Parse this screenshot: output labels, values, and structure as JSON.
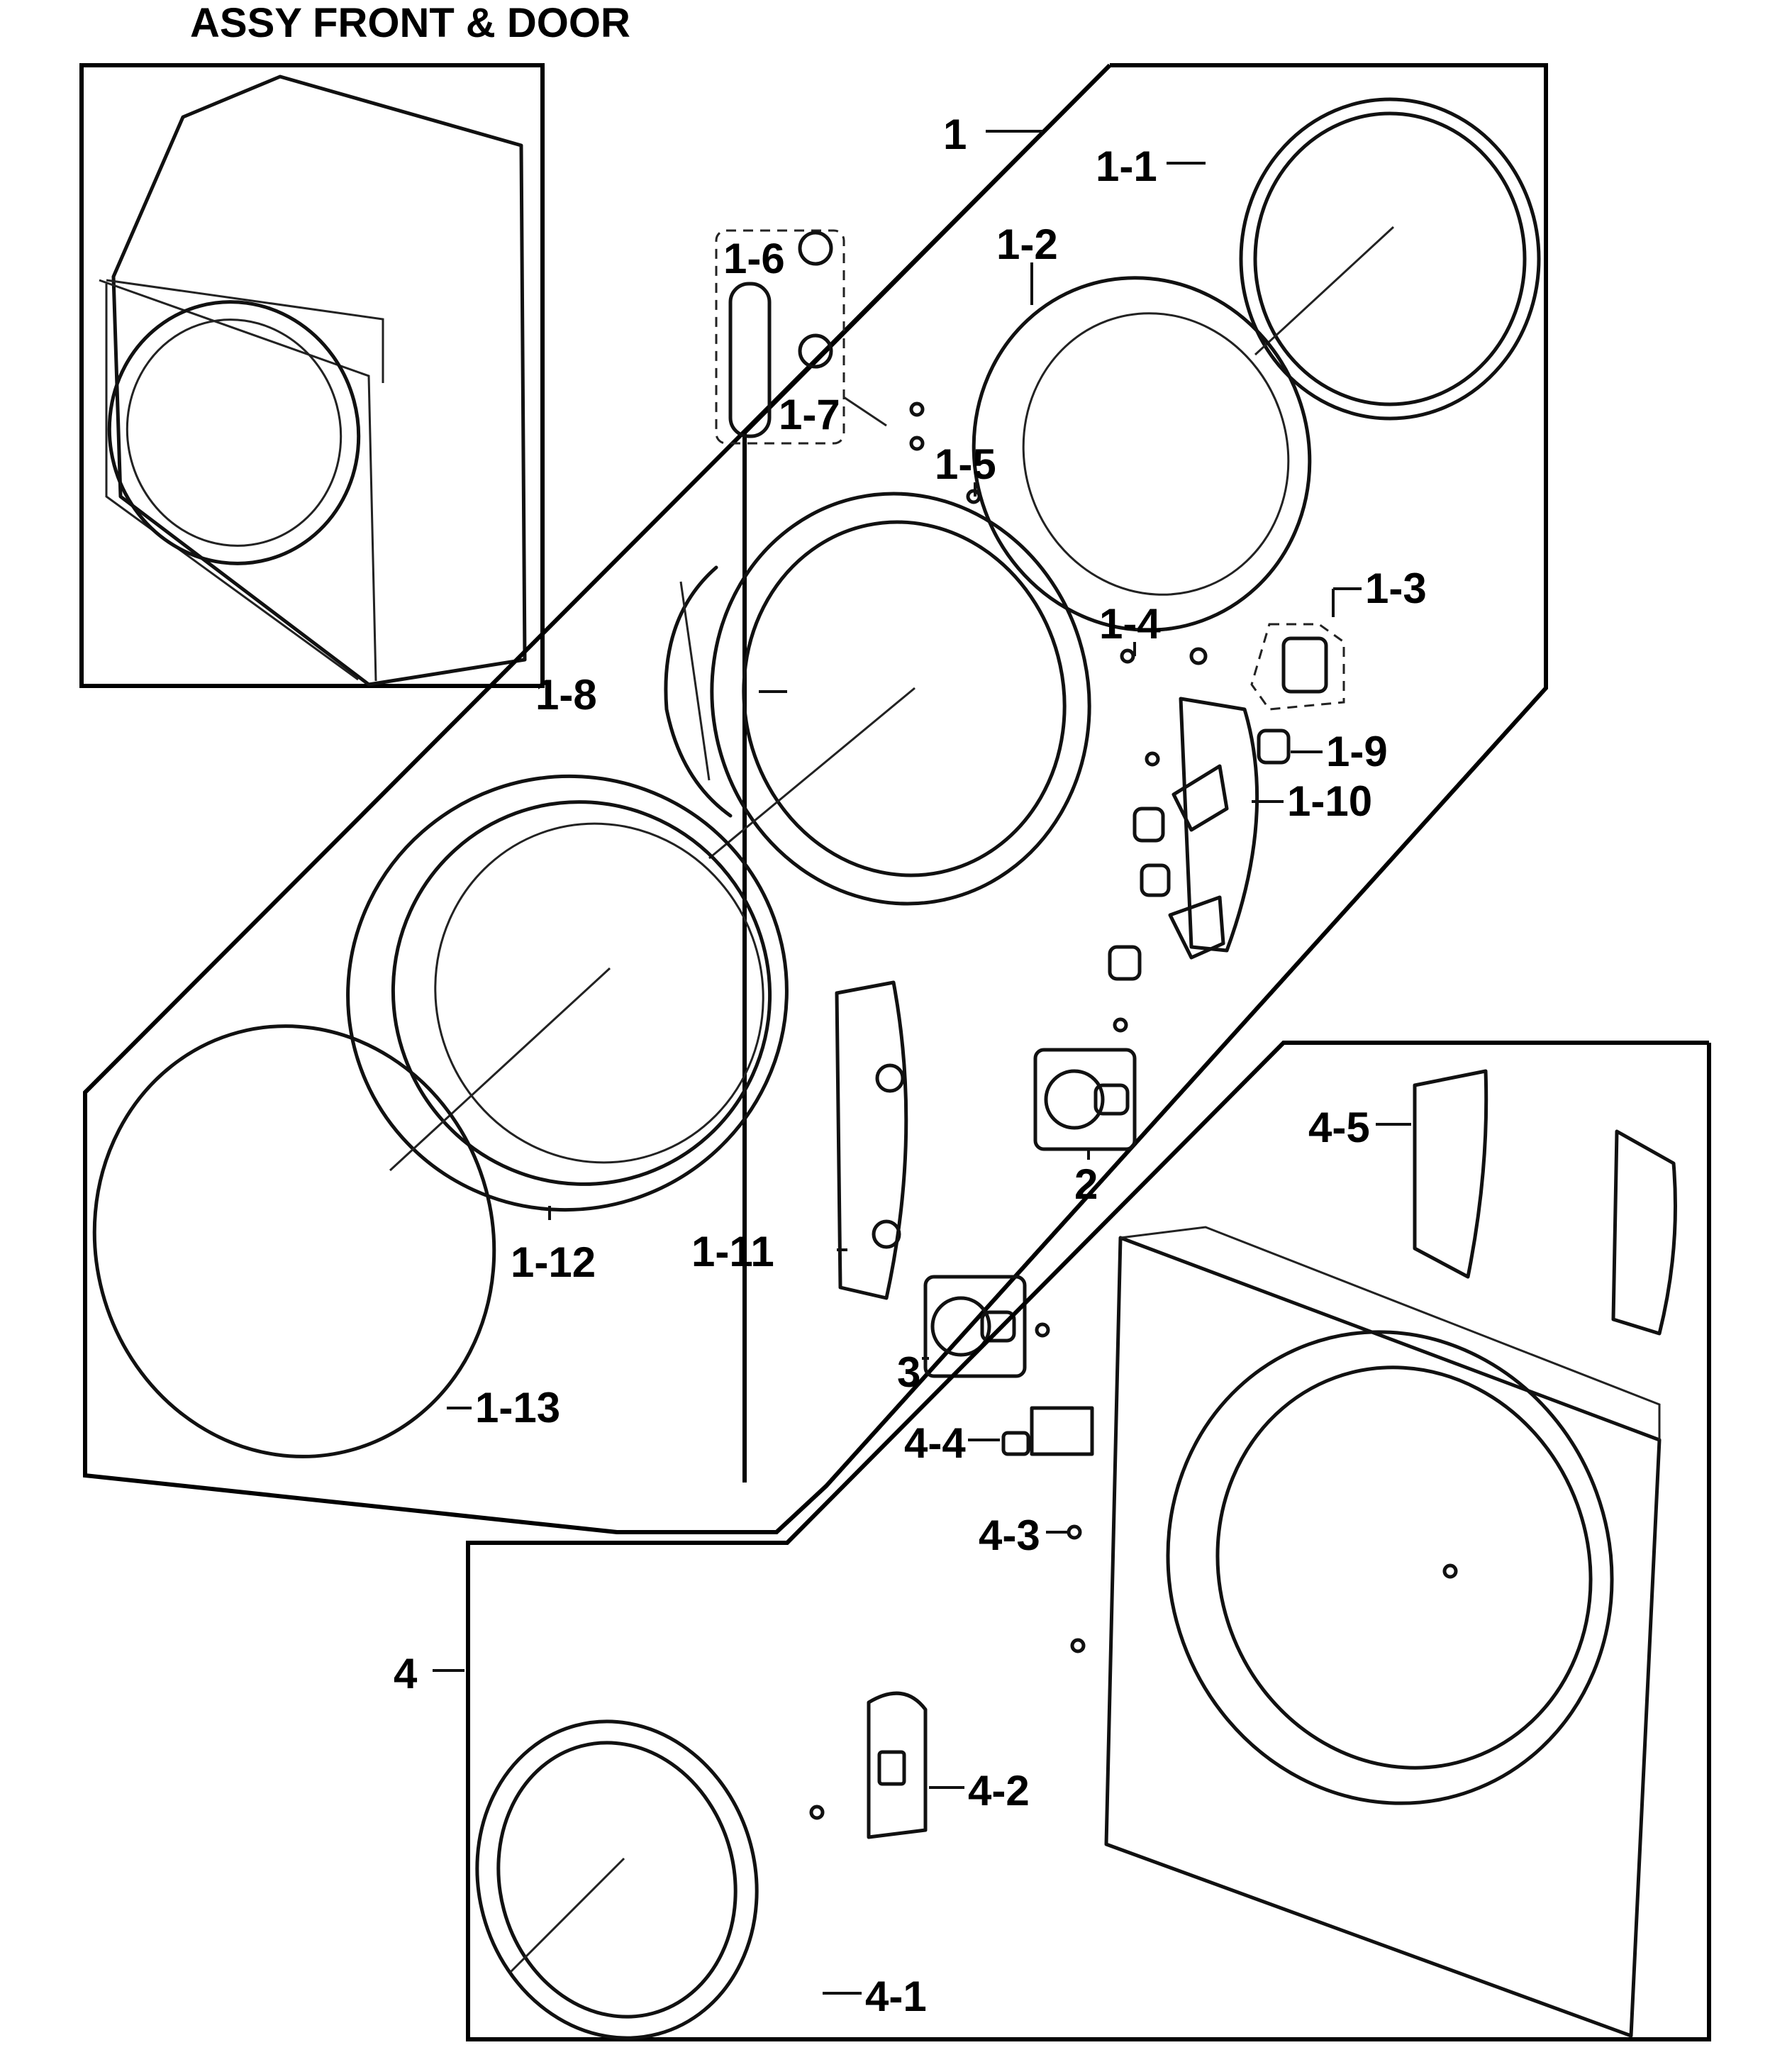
{
  "title": "ASSY FRONT & DOOR",
  "callouts": [
    {
      "id": "c1",
      "text": "1"
    },
    {
      "id": "c1-1",
      "text": "1-1"
    },
    {
      "id": "c1-2",
      "text": "1-2"
    },
    {
      "id": "c1-3",
      "text": "1-3"
    },
    {
      "id": "c1-4",
      "text": "1-4"
    },
    {
      "id": "c1-5",
      "text": "1-5"
    },
    {
      "id": "c1-6",
      "text": "1-6"
    },
    {
      "id": "c1-7",
      "text": "1-7"
    },
    {
      "id": "c1-8",
      "text": "1-8"
    },
    {
      "id": "c1-9",
      "text": "1-9"
    },
    {
      "id": "c1-10",
      "text": "1-10"
    },
    {
      "id": "c1-11",
      "text": "1-11"
    },
    {
      "id": "c1-12",
      "text": "1-12"
    },
    {
      "id": "c1-13",
      "text": "1-13"
    },
    {
      "id": "c2",
      "text": "2"
    },
    {
      "id": "c3",
      "text": "3"
    },
    {
      "id": "c4",
      "text": "4"
    },
    {
      "id": "c4-1",
      "text": "4-1"
    },
    {
      "id": "c4-2",
      "text": "4-2"
    },
    {
      "id": "c4-3",
      "text": "4-3"
    },
    {
      "id": "c4-4",
      "text": "4-4"
    },
    {
      "id": "c4-5",
      "text": "4-5"
    }
  ]
}
